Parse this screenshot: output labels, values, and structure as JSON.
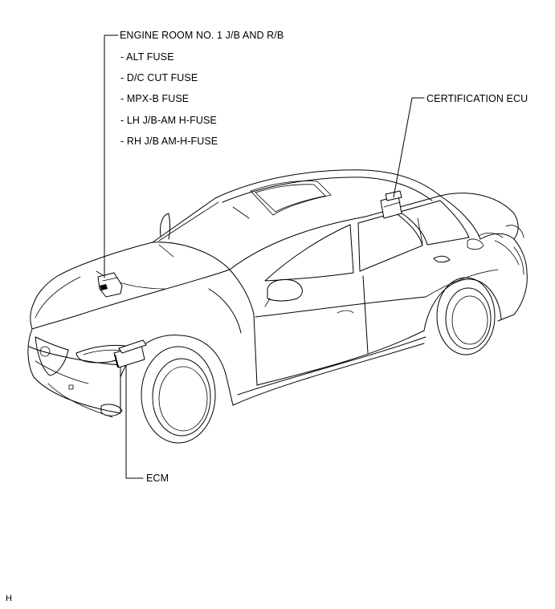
{
  "callouts": {
    "engine_room_jb": {
      "title": "ENGINE ROOM NO. 1 J/B AND R/B",
      "items": [
        "- ALT FUSE",
        "- D/C CUT FUSE",
        "- MPX-B FUSE",
        "- LH J/B-AM H-FUSE",
        "- RH J/B AM-H-FUSE"
      ]
    },
    "certification_ecu": {
      "title": "CERTIFICATION ECU"
    },
    "ecm": {
      "title": "ECM"
    }
  },
  "figure_code": "H"
}
